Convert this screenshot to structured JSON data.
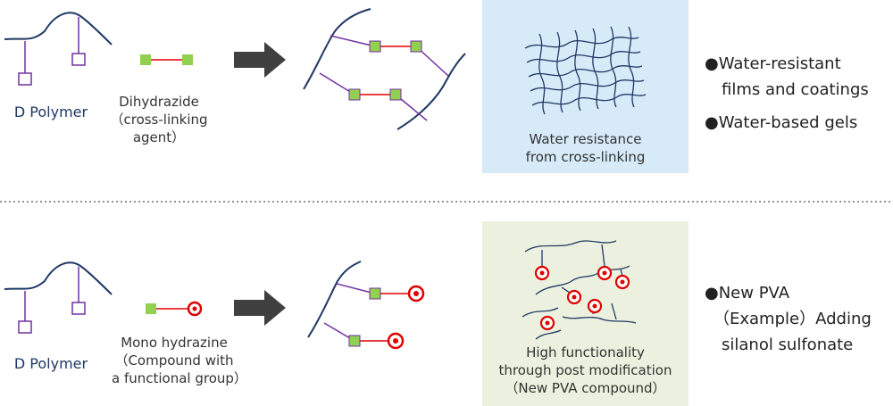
{
  "top": {
    "polymer_label": "D Polymer",
    "agent_lines": [
      "Dihydrazide",
      "（cross-linking",
      "agent）"
    ],
    "box_lines": [
      "Water resistance",
      "from cross-linking"
    ],
    "bullets": [
      "●Water-resistant",
      "films and coatings",
      "●Water-based gels"
    ]
  },
  "bottom": {
    "polymer_label": "D Polymer",
    "agent_lines": [
      "Mono hydrazine",
      "（Compound with",
      "a functional group）"
    ],
    "box_lines": [
      "High functionality",
      "through post modification",
      "（New PVA compound）"
    ],
    "bullets": [
      "●New PVA",
      "（Example）Adding",
      "silanol sulfonate"
    ]
  },
  "colors": {
    "polymer_line": "#1f3864",
    "side_chain": "#7030a0",
    "linker": "#e00000",
    "end_square": "#92d050",
    "arrow": "#404040",
    "top_box": "#d6eaf8",
    "bottom_box": "#ebf1de",
    "functional_group": "#e00000"
  }
}
